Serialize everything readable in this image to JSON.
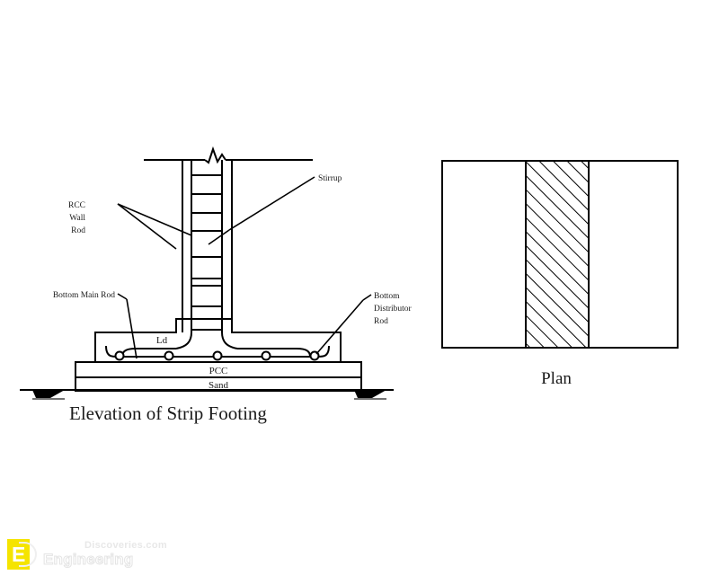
{
  "document": {
    "background_color": "#ffffff",
    "line_color": "#000000",
    "text_color": "#1a1a1a"
  },
  "elevation": {
    "title": "Elevation of Strip Footing",
    "layer_labels": {
      "pcc": "PCC",
      "sand": "Sand"
    },
    "dimension_labels": {
      "development_length": "Ld"
    },
    "callouts": [
      {
        "id": "rcc-wall-rod",
        "lines": [
          "RCC",
          "Wall",
          "Rod"
        ]
      },
      {
        "id": "stirrup",
        "lines": [
          "Stirrup"
        ]
      },
      {
        "id": "bottom-main-rod",
        "lines": [
          "Bottom Main Rod"
        ]
      },
      {
        "id": "bottom-distributor-rod",
        "lines": [
          "Bottom",
          "Distributor",
          "Rod"
        ]
      }
    ],
    "rebar_count_bottom": 5,
    "stirrup_rungs": 9
  },
  "plan": {
    "title": "Plan",
    "hatch_pattern": "diagonal-45",
    "hatch_label": "wall-section-hatch"
  },
  "watermark": {
    "logo_letter": "E",
    "brand_primary": "Engineering",
    "brand_secondary": "Discoveries.com",
    "accent_color": "#f5e400"
  }
}
